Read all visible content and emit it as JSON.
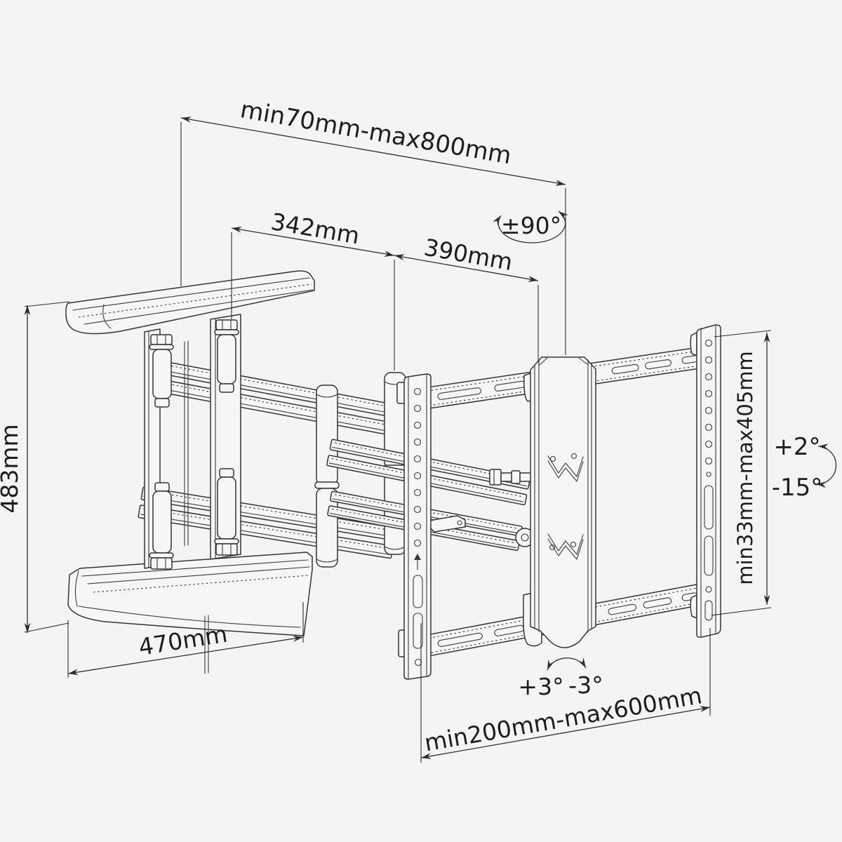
{
  "diagram": {
    "dimensions": {
      "extension_depth": "min70mm-max800mm",
      "upper_arm_front": "342mm",
      "upper_arm_rear": "390mm",
      "left_height": "483mm",
      "cover_length": "470mm",
      "vesa_vertical": "min33mm-max405mm",
      "vesa_horizontal": "min200mm-max600mm"
    },
    "angles": {
      "swivel": "±90°",
      "tilt_up": "+2°",
      "tilt_down": "-15°",
      "level_cw": "+3°",
      "level_ccw": "-3°"
    },
    "colors": {
      "line": "#343434",
      "text": "#1d1d1d",
      "background": "#f5f4f2"
    }
  }
}
